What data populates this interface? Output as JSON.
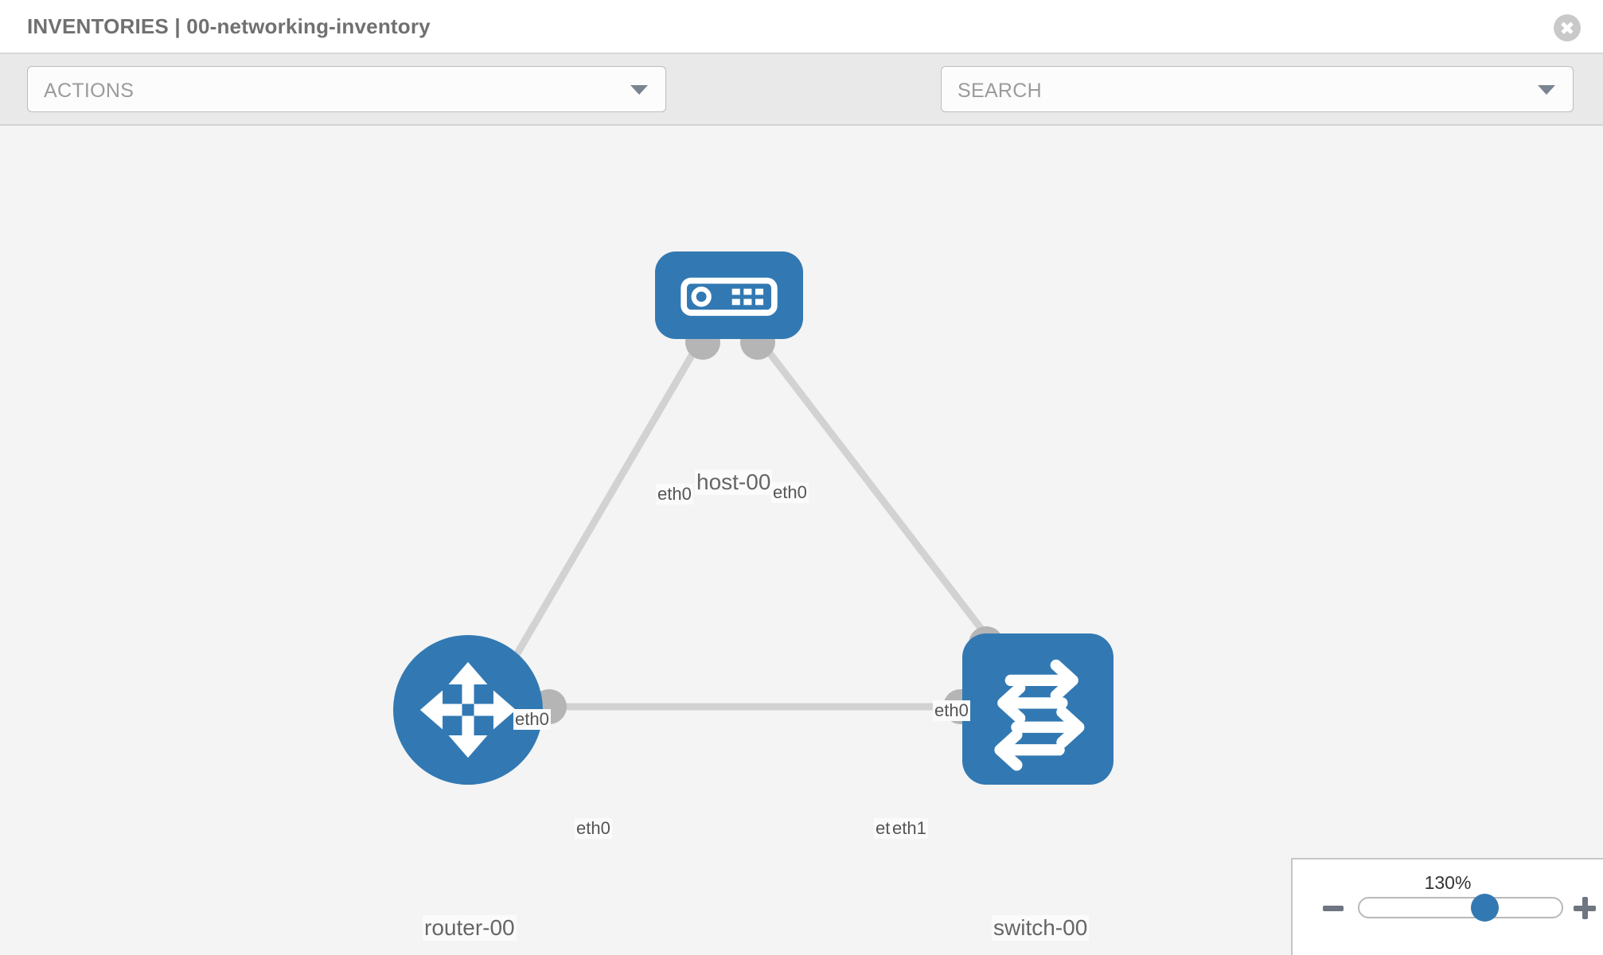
{
  "header": {
    "title": "INVENTORIES | 00-networking-inventory",
    "close_icon": "close-circle-icon"
  },
  "toolbar": {
    "actions_label": "ACTIONS",
    "actions_caret_icon": "chevron-down-icon",
    "wrench_icon": "wrench-icon",
    "key_icon": "key-icon",
    "search_placeholder": "SEARCH",
    "search_value": "",
    "search_caret_icon": "chevron-down-icon"
  },
  "topology": {
    "nodes": [
      {
        "id": "host-00",
        "label": "host-00",
        "type": "host",
        "icon": "server-icon",
        "color": "#3279b3"
      },
      {
        "id": "router-00",
        "label": "router-00",
        "type": "router",
        "icon": "router-arrows-icon",
        "color": "#3279b3"
      },
      {
        "id": "switch-00",
        "label": "switch-00",
        "type": "switch",
        "icon": "switch-arrows-icon",
        "color": "#3279b3"
      }
    ],
    "edges": [
      {
        "from": "host-00",
        "to": "router-00",
        "from_interface": "eth0",
        "to_interface": "eth0"
      },
      {
        "from": "host-00",
        "to": "switch-00",
        "from_interface": "eth0",
        "to_interface": "eth0"
      },
      {
        "from": "router-00",
        "to": "switch-00",
        "from_interface": "eth0",
        "to_interface": "eth1"
      }
    ],
    "interface_labels": {
      "host_left": "eth0",
      "host_right": "eth0",
      "router_up": "eth0",
      "switch_up": "eth0",
      "router_right": "eth0",
      "switch_left_partial": "eth",
      "switch_left": "eth1"
    },
    "edge_color": "#d2d2d2",
    "connector_color": "#b5b5b5"
  },
  "zoom_control": {
    "value_label": "130%",
    "minus_icon": "minus-icon",
    "plus_icon": "plus-icon",
    "slider_position_percent": 60
  }
}
